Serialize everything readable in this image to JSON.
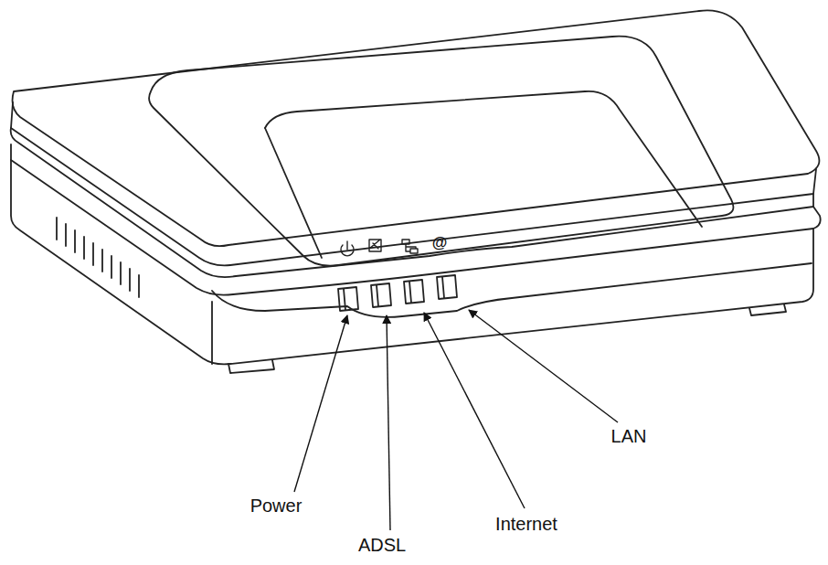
{
  "diagram": {
    "labels": [
      "@",
      "Power",
      "ADSL",
      "Internet",
      "LAN"
    ]
  }
}
